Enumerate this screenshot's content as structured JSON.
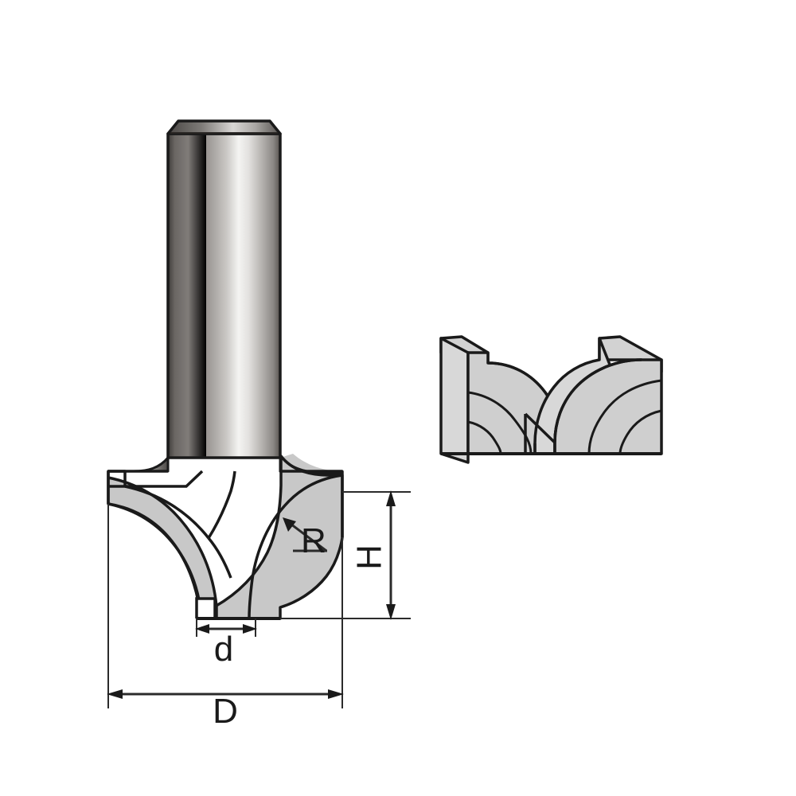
{
  "drawing": {
    "type": "technical-line-drawing",
    "subject": "Router bit (corner rounding / bead cutter) with dimension callouts",
    "background_color": "#ffffff",
    "outline_color": "#1a1a1a",
    "fill_gray": "#c8c8c8",
    "wood_fill": "#cfcfcf"
  },
  "labels": {
    "radius": "R",
    "height": "H",
    "small_diameter": "d",
    "large_diameter": "D"
  },
  "dimensions": {
    "R": {
      "label": "R",
      "meaning": "cutting edge radius",
      "leader": "arrow-to-arc"
    },
    "H": {
      "label": "H",
      "meaning": "cutting height",
      "orientation": "vertical",
      "arrow": "double"
    },
    "d": {
      "label": "d",
      "meaning": "tip / minor diameter",
      "orientation": "horizontal",
      "arrow": "double"
    },
    "D": {
      "label": "D",
      "meaning": "overall cutter diameter",
      "orientation": "horizontal",
      "arrow": "double"
    }
  },
  "parts": {
    "shank": {
      "name": "shank",
      "style": "metallic-gradient",
      "chamfered_top": true
    },
    "cutter_head": {
      "name": "cutter-head",
      "profile": "concave-radius"
    },
    "workpiece_sample": {
      "name": "wood-profile-sample",
      "view": "isometric",
      "blocks": 2
    }
  },
  "colors": {
    "shank_dark": "#53504d",
    "shank_mid": "#9a9896",
    "shank_light": "#f2f2f0",
    "head_gray": "#c8c8c8",
    "line": "#1a1a1a",
    "thin_line": "#2b2b2b"
  }
}
